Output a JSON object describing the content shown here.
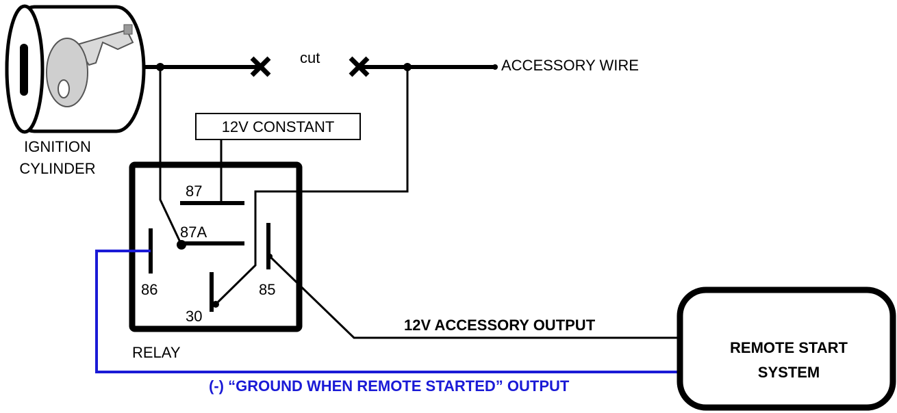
{
  "labels": {
    "cut": "cut",
    "accessory_wire": "ACCESSORY WIRE",
    "ignition_line1": "IGNITION",
    "ignition_line2": "CYLINDER",
    "constant": "12V CONSTANT",
    "pin_87": "87",
    "pin_87a": "87A",
    "pin_86": "86",
    "pin_85": "85",
    "pin_30": "30",
    "relay": "RELAY",
    "acc_output": "12V ACCESSORY OUTPUT",
    "remote_line1": "REMOTE START",
    "remote_line2": "SYSTEM",
    "ground_output": "(-) “GROUND WHEN REMOTE STARTED” OUTPUT"
  },
  "colors": {
    "wire": "#000000",
    "ground_wire": "#1a1ad6"
  }
}
